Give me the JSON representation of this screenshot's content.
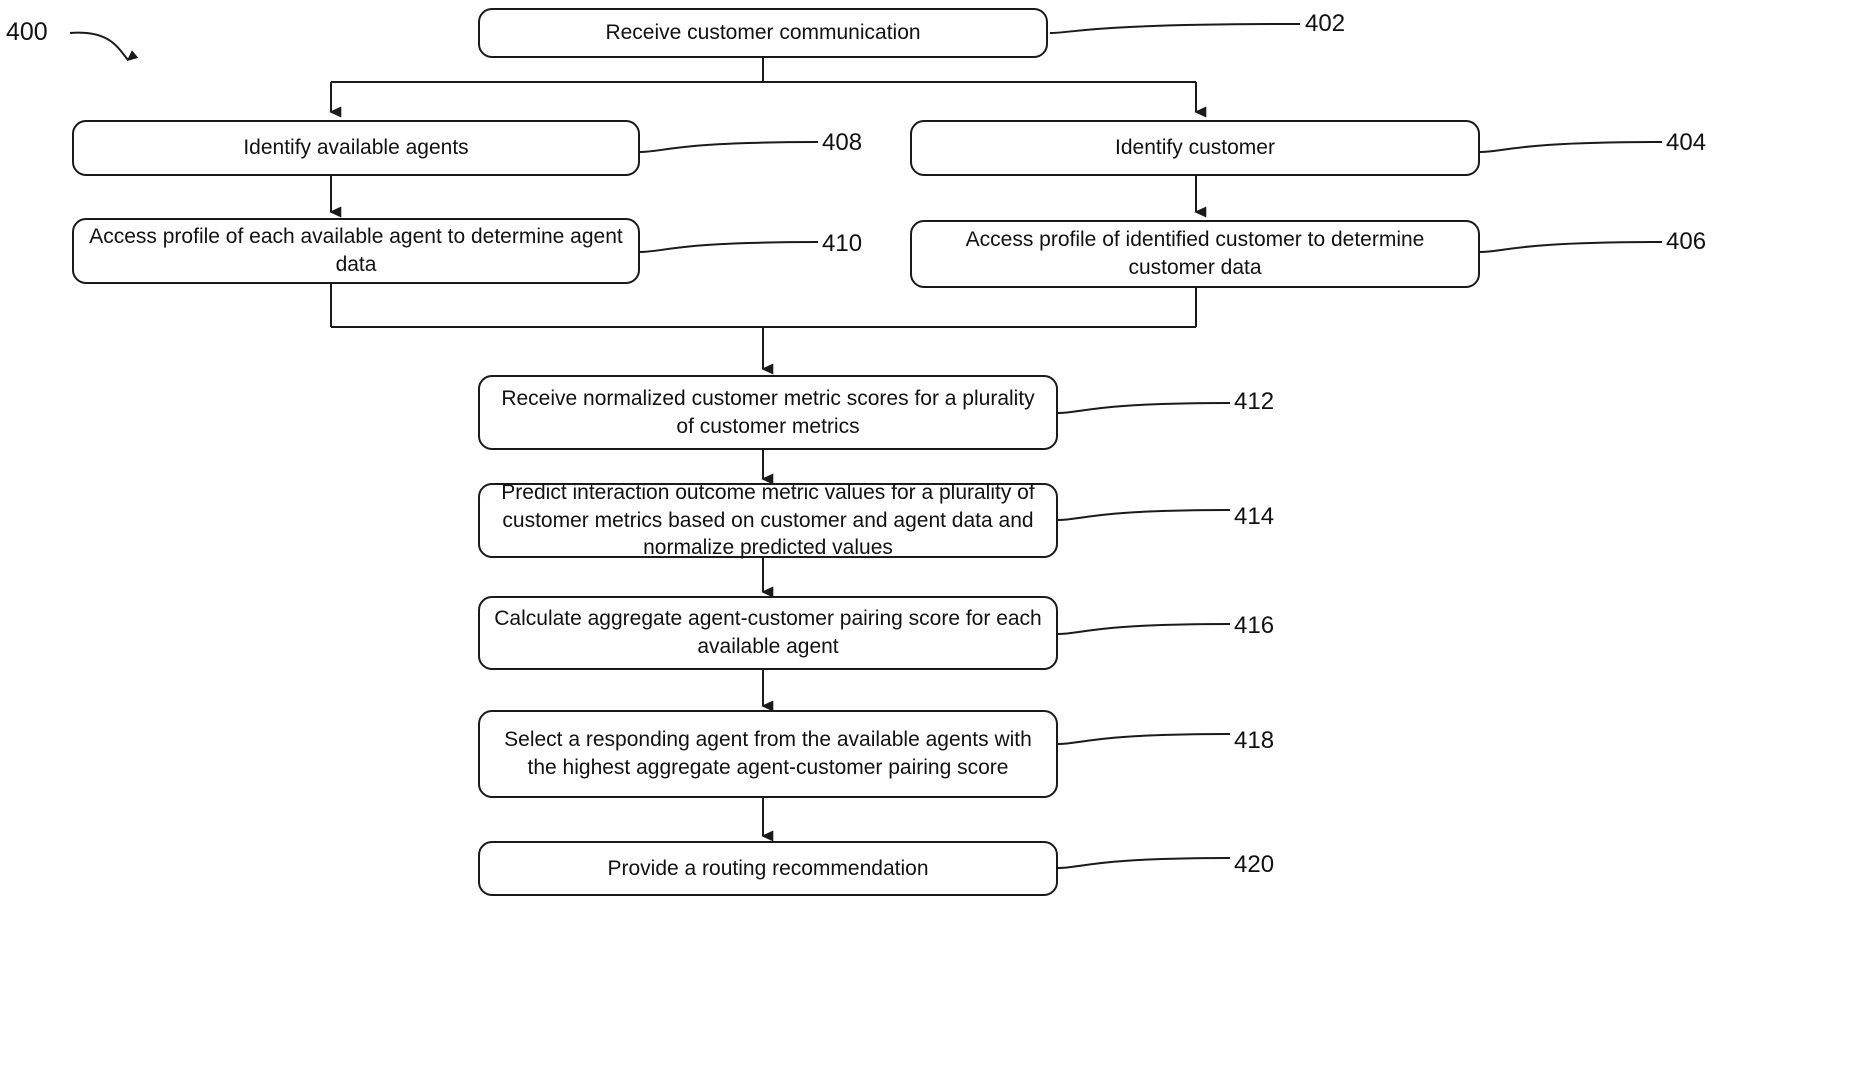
{
  "figure": {
    "figure_number": "400",
    "background_color": "#ffffff",
    "line_color": "#1a1a1a"
  },
  "nodes": [
    {
      "id": "402",
      "ref": "402",
      "text": "Receive customer communication"
    },
    {
      "id": "408",
      "ref": "408",
      "text": "Identify available agents"
    },
    {
      "id": "404",
      "ref": "404",
      "text": "Identify customer"
    },
    {
      "id": "410",
      "ref": "410",
      "text": "Access profile of each available agent to determine agent data"
    },
    {
      "id": "406",
      "ref": "406",
      "text": "Access profile of identified customer to determine customer data"
    },
    {
      "id": "412",
      "ref": "412",
      "text": "Receive normalized customer metric scores for a plurality of customer metrics"
    },
    {
      "id": "414",
      "ref": "414",
      "text": "Predict interaction outcome metric values for a plurality of customer metrics based on customer and agent data and normalize predicted values"
    },
    {
      "id": "416",
      "ref": "416",
      "text": "Calculate aggregate agent-customer pairing score for each available agent"
    },
    {
      "id": "418",
      "ref": "418",
      "text": "Select a responding agent from the available agents with the highest aggregate agent-customer pairing score"
    },
    {
      "id": "420",
      "ref": "420",
      "text": "Provide a routing recommendation"
    }
  ]
}
